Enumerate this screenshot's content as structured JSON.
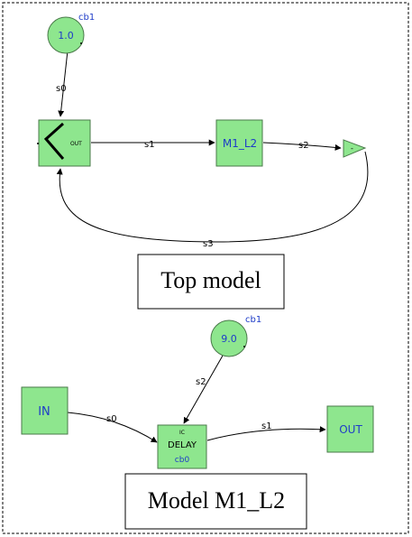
{
  "colors": {
    "block_fill": "#8ee68e",
    "block_stroke": "#4a7a4a",
    "label_blue": "#1e3cc8",
    "wire": "#000000",
    "border": "#000000"
  },
  "top_model": {
    "caption": "Top model",
    "const_block": {
      "value": "1.0",
      "tag": "cb1",
      "icon": "circle-constant"
    },
    "sum_block": {
      "port_label": "OUT",
      "icon": "sigma-sum-icon"
    },
    "m1_block": {
      "label": "M1_L2"
    },
    "gain_block": {
      "label": "-",
      "icon": "triangle-gain"
    },
    "signals": {
      "s0": "s0",
      "s1": "s1",
      "s2": "s2",
      "s3": "s3"
    }
  },
  "model_m1": {
    "caption": "Model M1_L2",
    "in_block": {
      "label": "IN"
    },
    "out_block": {
      "label": "OUT"
    },
    "const_block": {
      "value": "9.0",
      "tag": "cb1"
    },
    "delay_block": {
      "ic_label": "IC",
      "label": "DELAY",
      "tag": "cb0"
    },
    "signals": {
      "s0": "s0",
      "s1": "s1",
      "s2": "s2"
    }
  }
}
